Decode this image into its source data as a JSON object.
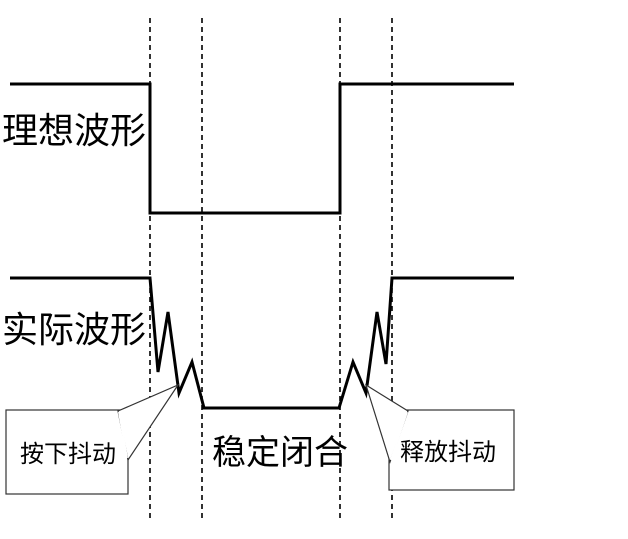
{
  "labels": {
    "ideal_waveform": "理想波形",
    "actual_waveform": "实际波形",
    "stable_closed": "稳定闭合",
    "press_bounce": "按下抖动",
    "release_bounce": "释放抖动"
  }
}
